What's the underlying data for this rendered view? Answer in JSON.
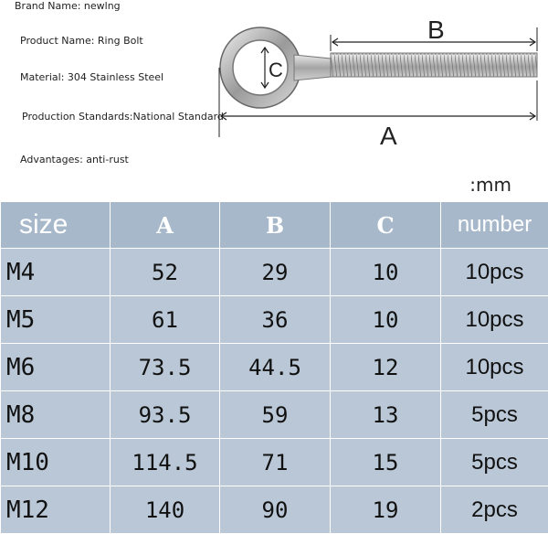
{
  "info": {
    "brand": "Brand Name: newlng",
    "product": "Product Name: Ring Bolt",
    "material": "Material: 304 Stainless Steel",
    "standards": "Production Standards:National Standard",
    "advantages": "Advantages: anti-rust"
  },
  "diagram": {
    "label_a": "A",
    "label_b": "B",
    "label_c": "C",
    "icon": "ring-bolt-icon"
  },
  "unit": ":mm",
  "table": {
    "headers": [
      "size",
      "A",
      "B",
      "C",
      "number"
    ],
    "rows": [
      [
        "M4",
        "52",
        "29",
        "10",
        "10pcs"
      ],
      [
        "M5",
        "61",
        "36",
        "10",
        "10pcs"
      ],
      [
        "M6",
        "73.5",
        "44.5",
        "12",
        "10pcs"
      ],
      [
        "M8",
        "93.5",
        "59",
        "13",
        "5pcs"
      ],
      [
        "M10",
        "114.5",
        "71",
        "15",
        "5pcs"
      ],
      [
        "M12",
        "140",
        "90",
        "19",
        "2pcs"
      ]
    ]
  },
  "colors": {
    "header_bg": "#a7b8cb",
    "body_bg": "#b9c7d6",
    "grid": "#ffffff"
  }
}
